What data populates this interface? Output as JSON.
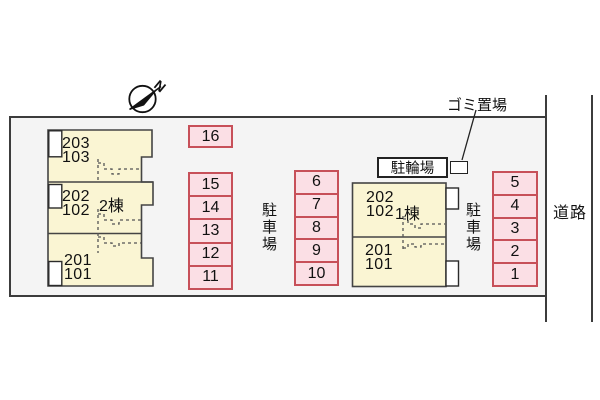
{
  "plan": {
    "compass_label": "N",
    "road_label": "道路",
    "garbage_label": "ゴミ置場",
    "bicycle_label": "駐輪場",
    "parking_lot_label": "駐車場"
  },
  "buildings": {
    "building2": {
      "name": "2棟",
      "units": [
        {
          "upper": "203",
          "lower": "103"
        },
        {
          "upper": "202",
          "lower": "102"
        },
        {
          "upper": "201",
          "lower": "101"
        }
      ]
    },
    "building1": {
      "name": "1棟",
      "units": [
        {
          "upper": "202",
          "lower": "102"
        },
        {
          "upper": "201",
          "lower": "101"
        }
      ]
    }
  },
  "parking": {
    "left_top_space": "16",
    "left_column_spaces": [
      "15",
      "14",
      "13",
      "12",
      "11"
    ],
    "middle_column_spaces": [
      "6",
      "7",
      "8",
      "9",
      "10"
    ],
    "right_column_spaces": [
      "5",
      "4",
      "3",
      "2",
      "1"
    ]
  },
  "colors": {
    "site_fill": "#f4f4f4",
    "building_fill": "#faf5d3",
    "parking_fill": "#fbdfe5",
    "parking_border": "#c75059",
    "outline": "#3c3c3c"
  }
}
